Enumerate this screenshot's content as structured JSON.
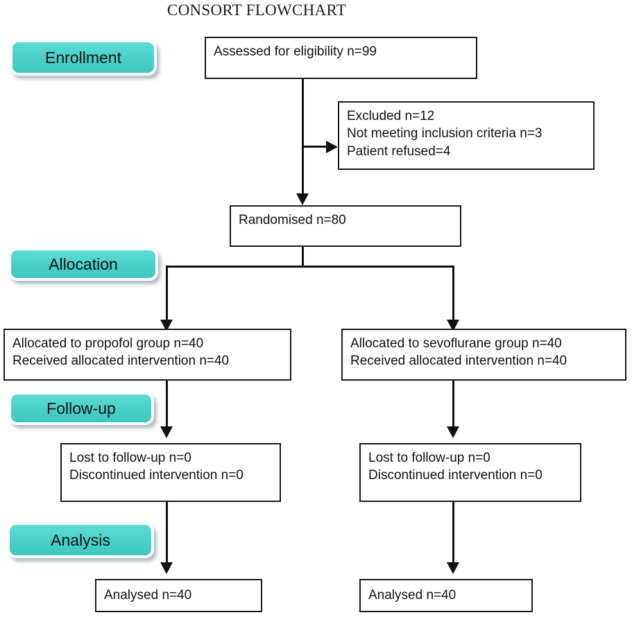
{
  "title": "CONSORT FLOWCHART",
  "colors": {
    "badge_teal": "#46CFC7",
    "badge_teal_light": "#5DDCD4",
    "badge_border": "#FFFFFF",
    "badge_shadow": "#7891984F",
    "box_border": "#1A1A1A",
    "text": "#111111",
    "background": "#FFFFFF"
  },
  "stages": [
    {
      "label": "Enrollment"
    },
    {
      "label": "Allocation"
    },
    {
      "label": "Follow-up"
    },
    {
      "label": "Analysis"
    }
  ],
  "boxes": {
    "assessed": {
      "lines": [
        "Assessed for eligibility n=99"
      ]
    },
    "excluded": {
      "lines": [
        "Excluded n=12",
        "Not meeting inclusion criteria n=3",
        "Patient refused=4"
      ]
    },
    "randomised": {
      "lines": [
        "Randomised n=80"
      ]
    },
    "allocated_left": {
      "lines": [
        "Allocated to propofol group n=40",
        "Received allocated intervention n=40"
      ]
    },
    "allocated_right": {
      "lines": [
        "Allocated to sevoflurane group n=40",
        "Received allocated intervention n=40"
      ]
    },
    "followup_left": {
      "lines": [
        "Lost to follow-up n=0",
        "Discontinued intervention n=0"
      ]
    },
    "followup_right": {
      "lines": [
        "Lost to follow-up n=0",
        "Discontinued intervention n=0"
      ]
    },
    "analysed_left": {
      "lines": [
        "Analysed n=40"
      ]
    },
    "analysed_right": {
      "lines": [
        "Analysed n=40"
      ]
    }
  },
  "chart_data": {
    "type": "diagram",
    "title": "CONSORT FLOWCHART",
    "nodes": [
      {
        "id": "assessed",
        "stage": "Enrollment",
        "text": "Assessed for eligibility n=99",
        "n": 99
      },
      {
        "id": "excluded",
        "stage": "Enrollment",
        "text": "Excluded n=12",
        "n": 12
      },
      {
        "id": "excluded_reason1",
        "stage": "Enrollment",
        "text": "Not meeting inclusion criteria n=3",
        "n": 3
      },
      {
        "id": "excluded_reason2",
        "stage": "Enrollment",
        "text": "Patient refused=4",
        "n": 4
      },
      {
        "id": "randomised",
        "stage": "Enrollment",
        "text": "Randomised n=80",
        "n": 80
      },
      {
        "id": "alloc_propofol",
        "stage": "Allocation",
        "text": "Allocated to propofol group n=40",
        "n": 40
      },
      {
        "id": "recv_propofol",
        "stage": "Allocation",
        "text": "Received allocated intervention n=40",
        "n": 40
      },
      {
        "id": "alloc_sevo",
        "stage": "Allocation",
        "text": "Allocated to sevoflurane group n=40",
        "n": 40
      },
      {
        "id": "recv_sevo",
        "stage": "Allocation",
        "text": "Received allocated intervention n=40",
        "n": 40
      },
      {
        "id": "lost_left",
        "stage": "Follow-up",
        "text": "Lost to follow-up n=0",
        "n": 0
      },
      {
        "id": "disc_left",
        "stage": "Follow-up",
        "text": "Discontinued intervention n=0",
        "n": 0
      },
      {
        "id": "lost_right",
        "stage": "Follow-up",
        "text": "Lost to follow-up n=0",
        "n": 0
      },
      {
        "id": "disc_right",
        "stage": "Follow-up",
        "text": "Discontinued intervention n=0",
        "n": 0
      },
      {
        "id": "analysed_left",
        "stage": "Analysis",
        "text": "Analysed n=40",
        "n": 40
      },
      {
        "id": "analysed_right",
        "stage": "Analysis",
        "text": "Analysed n=40",
        "n": 40
      }
    ],
    "edges": [
      {
        "from": "assessed",
        "to": "excluded"
      },
      {
        "from": "assessed",
        "to": "randomised"
      },
      {
        "from": "randomised",
        "to": "alloc_propofol"
      },
      {
        "from": "randomised",
        "to": "alloc_sevo"
      },
      {
        "from": "alloc_propofol",
        "to": "lost_left"
      },
      {
        "from": "alloc_sevo",
        "to": "lost_right"
      },
      {
        "from": "lost_left",
        "to": "analysed_left"
      },
      {
        "from": "lost_right",
        "to": "analysed_right"
      }
    ]
  }
}
